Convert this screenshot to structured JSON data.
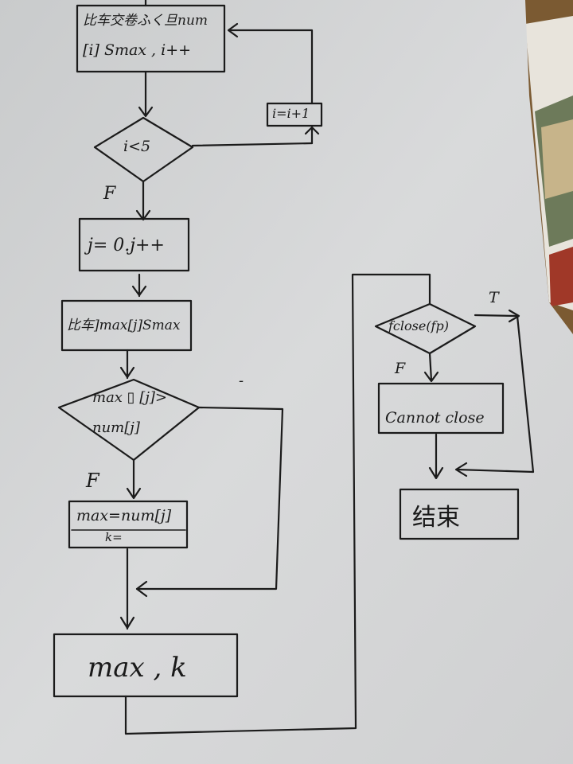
{
  "flowchart": {
    "left_column": {
      "top_box": {
        "line1": "比车交卷ふく旦num",
        "line2": "[i] Smax , i++"
      },
      "increment_box": "i=i+1",
      "decision_1": "i<5",
      "decision_1_false": "F",
      "init_box": "j= 0.j++",
      "compare_box": "比车]max[j]Smax",
      "decision_2": {
        "line1": "max ▯ [j]>",
        "line2": "num[j]"
      },
      "decision_2_mark": "-",
      "decision_2_false": "F",
      "assign_box": {
        "line1": "max=num[j]",
        "line2": "k="
      },
      "output_box": "max , k"
    },
    "right_column": {
      "decision": "fclose(fp)",
      "true_label": "T",
      "false_label": "F",
      "process_box": "Cannot close",
      "end_box": "结束"
    }
  }
}
